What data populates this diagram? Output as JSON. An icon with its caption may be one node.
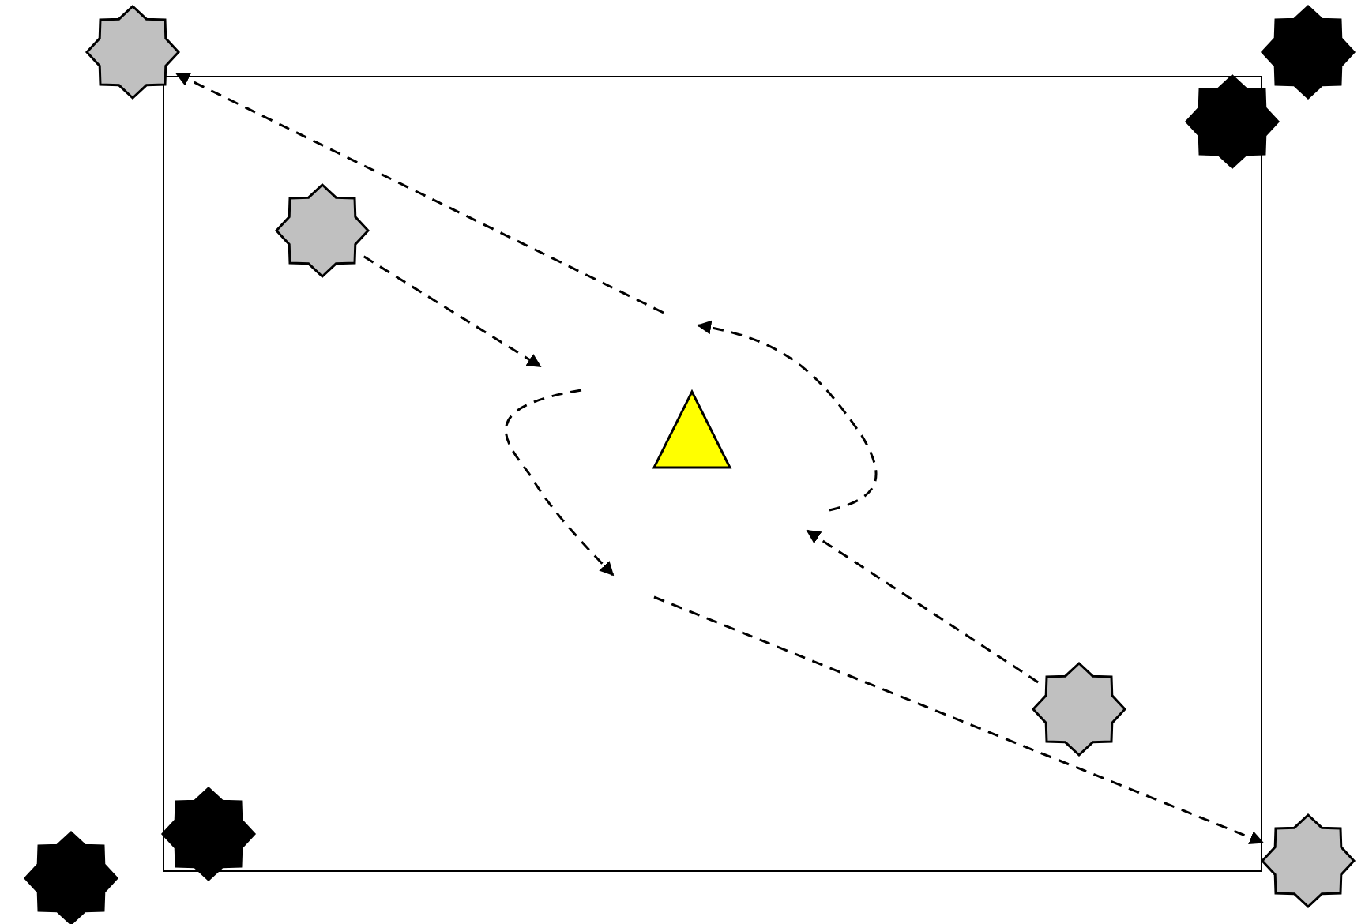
{
  "diagram": {
    "nodes": [
      {
        "text": [],
        "shape": "box"
      },
      {
        "text": [],
        "shape": "star"
      },
      {
        "text": [],
        "shape": "star"
      },
      {
        "text": [],
        "shape": "star"
      },
      {
        "text": [],
        "shape": "star",
        "in": 0
      },
      {
        "text": [],
        "shape": "triangle",
        "in": 0
      },
      {
        "text": [],
        "shape": "star",
        "in": 0
      },
      {
        "text": [],
        "shape": "star"
      },
      {
        "text": [],
        "shape": "star"
      },
      {
        "text": [],
        "shape": "star"
      }
    ],
    "edges": [
      {
        "from": null,
        "to": 1,
        "arrow": "to",
        "style": "dashed"
      },
      {
        "from": 4,
        "to": null,
        "arrow": "to",
        "style": "dashed"
      },
      {
        "from": 6,
        "to": null,
        "arrow": "to",
        "style": "dashed"
      },
      {
        "from": null,
        "to": 9,
        "arrow": "to",
        "style": "dashed"
      }
    ]
  }
}
